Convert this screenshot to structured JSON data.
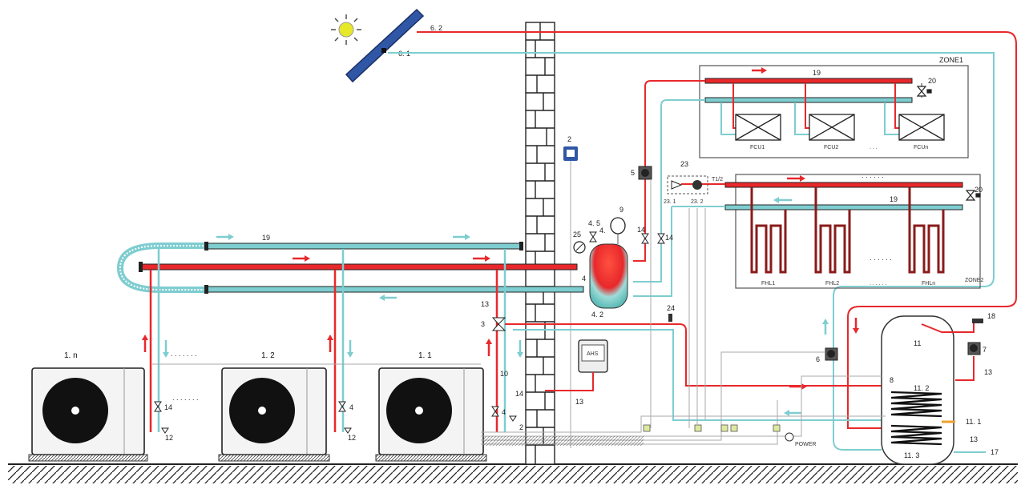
{
  "colors": {
    "hot": "#e8282b",
    "cold": "#7ecdd0",
    "pipe_outline": "#333333",
    "panel": "#2f57a6",
    "sun": "#e8e82a"
  },
  "labels": {
    "solar_62": "6. 2",
    "solar_61": "6. 1",
    "zone1": "ZONE1",
    "zone2": "ZONE2",
    "fcu1": "FCU1",
    "fcu2": "FCU2",
    "fcun": "FCUn",
    "fcu_dots": ". . .",
    "fhl1": "FHL1",
    "fhl2": "FHL2",
    "fhln": "FHLn",
    "fhl_dots": ". . . . . .",
    "fhl_dots_top": ". . . . . .",
    "n19a": "19",
    "n19b": "19",
    "n19c": "19",
    "n20a": "20",
    "n20b": "20",
    "n2": "2",
    "n5": "5",
    "n23": "23",
    "n23_1": "23. 1",
    "n23_2": "23. 2",
    "n_t1t2": "T1/2",
    "n9": "9",
    "n4_5": "4. 5",
    "n4_": "4.",
    "n14a": "14",
    "n14b": "14",
    "n25": "25",
    "n4": "4",
    "n4_2": "4. 2",
    "n24": "24",
    "n13a": "13",
    "n3": "3",
    "n10": "10",
    "n14c": "14",
    "n14d": "4",
    "n12c": "2",
    "n13b": "13",
    "ahs": "AHS",
    "u1n": "1. n",
    "u12": "1. 2",
    "u11": "1. 1",
    "dots_left": ". . . . . . .",
    "dots_left2": ". . . . . . .",
    "n14e": "14",
    "n12a": "12",
    "n14f": "4",
    "n12b": "12",
    "n6": "6",
    "n7": "7",
    "n11": "11",
    "n11_2": "11. 2",
    "n11_1": "11. 1",
    "n11_3": "11. 3",
    "n8": "8",
    "n18": "18",
    "n13c": "13",
    "n13d": "13",
    "n17": "17",
    "power": "POWER"
  }
}
